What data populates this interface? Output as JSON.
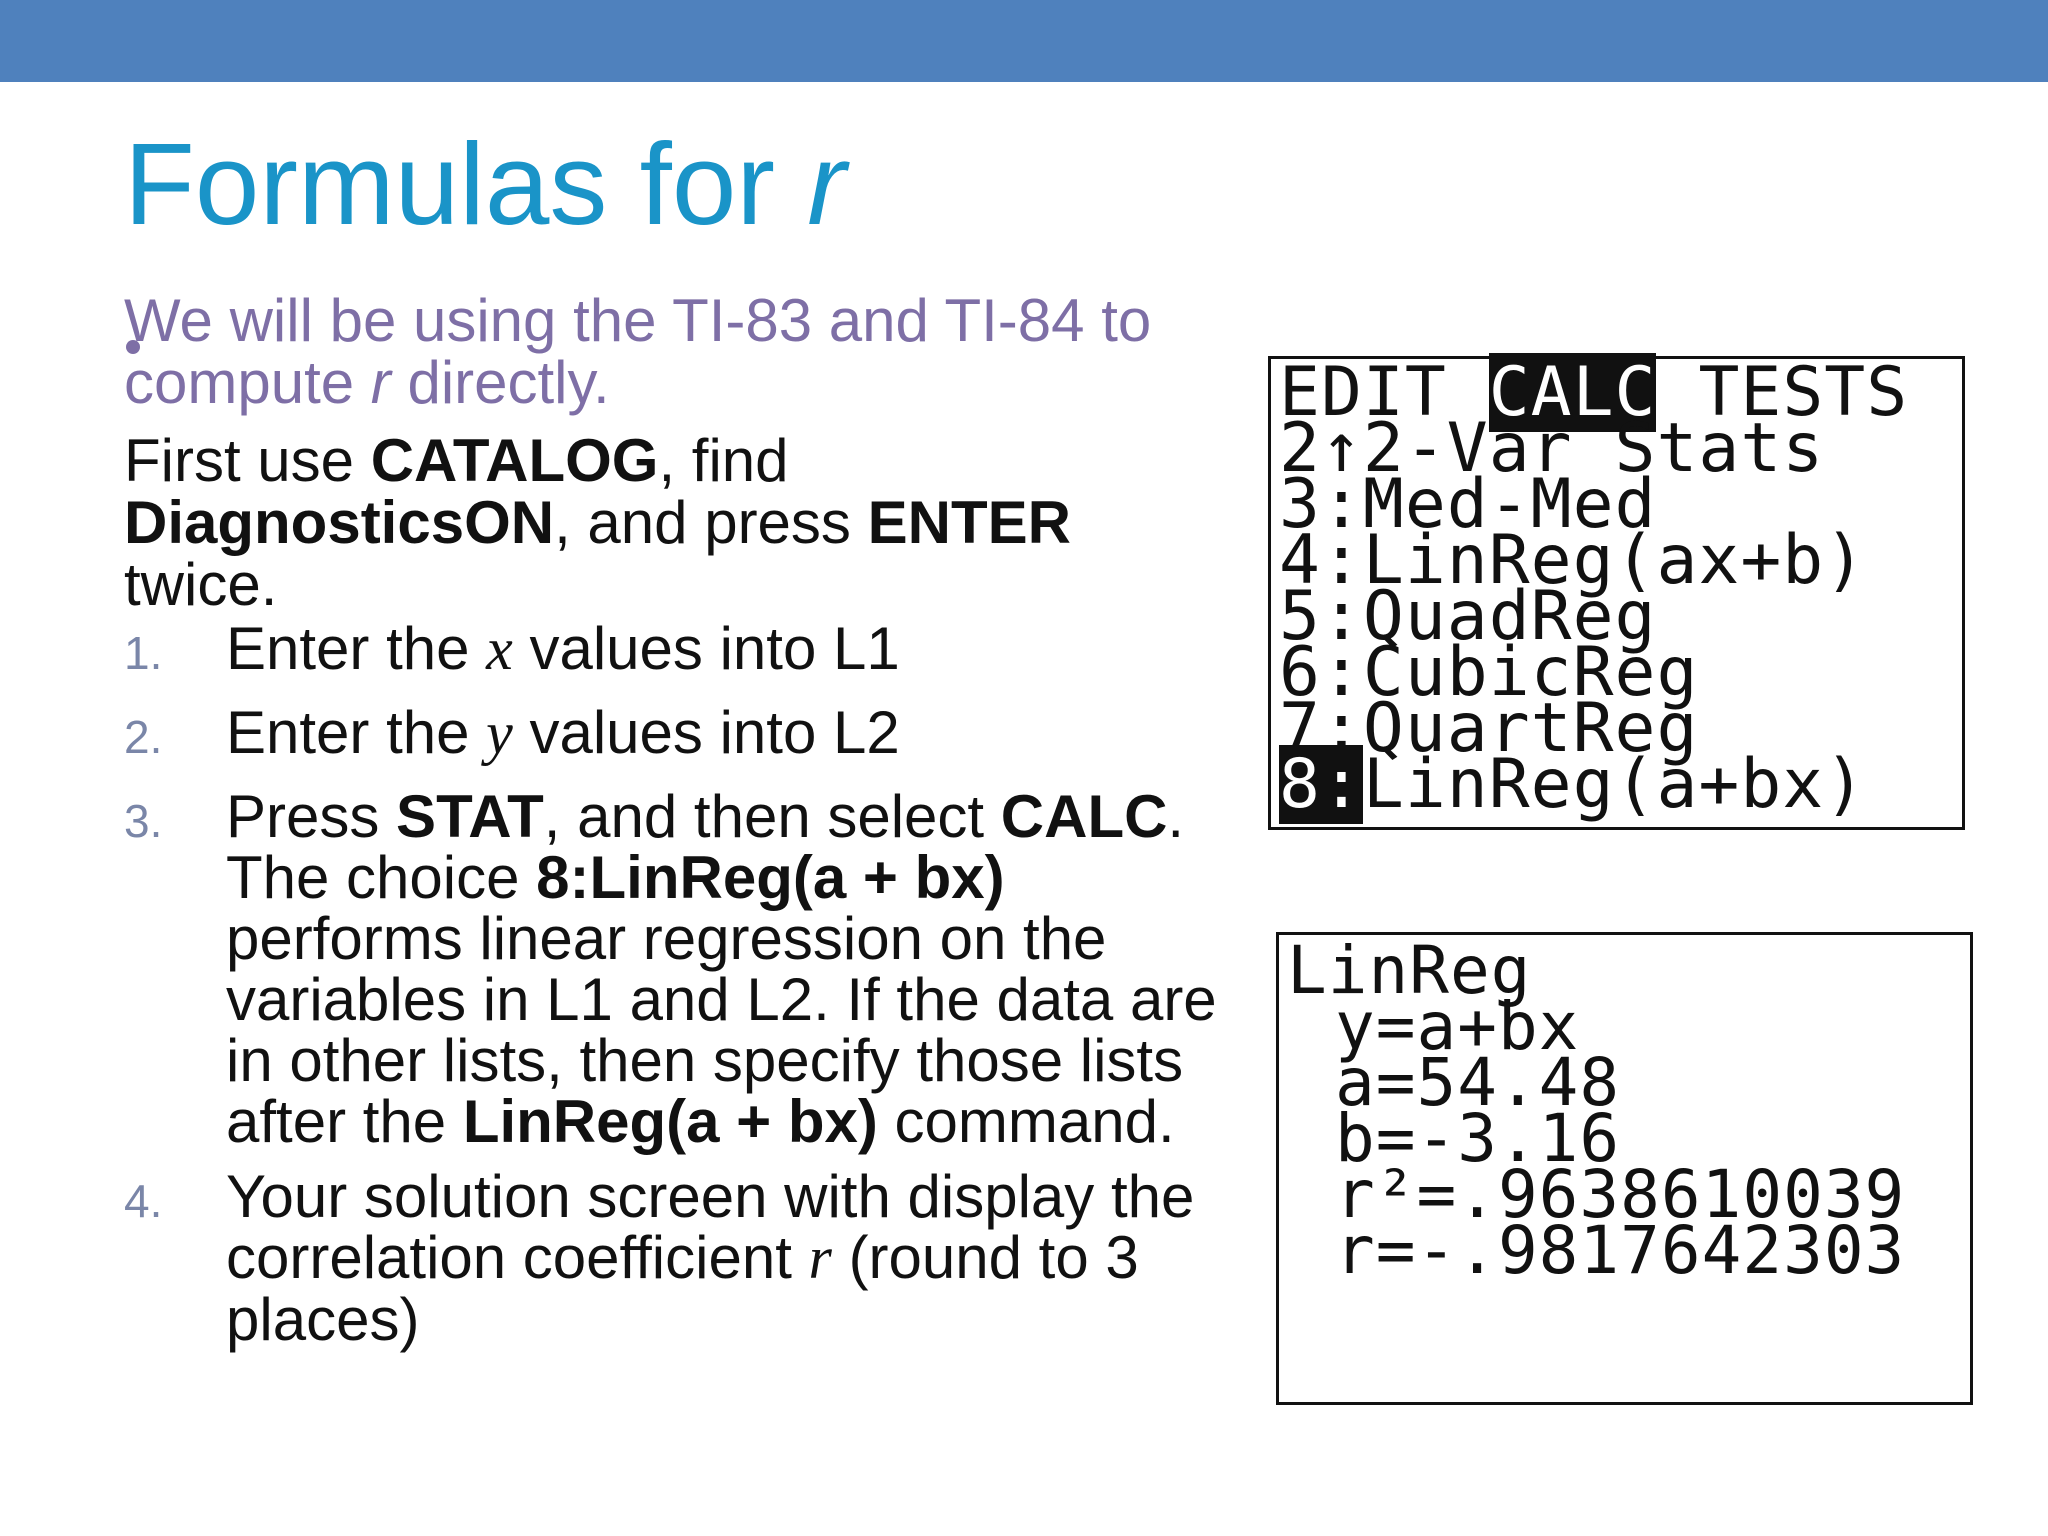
{
  "colors": {
    "top_bar": "#4f81bd",
    "title": "#1a94c8",
    "intro": "#7e6fa6",
    "body_text": "#111111",
    "step_number": "#7a86a8"
  },
  "title": {
    "text": "Formulas for ",
    "variable": "r"
  },
  "intro": {
    "text_before": "We will be using the TI-83 and TI-84 to compute ",
    "variable": "r",
    "text_after": " directly."
  },
  "setup": {
    "part1": "First use ",
    "catalog": "CATALOG",
    "part2": ", find ",
    "diagnostics": "DiagnosticsON",
    "part3": ", and press ",
    "enter": "ENTER",
    "part4": " twice."
  },
  "steps": [
    {
      "num": "1.",
      "pre": "Enter the ",
      "var": "x",
      "post": " values into L1"
    },
    {
      "num": "2.",
      "pre": "Enter the ",
      "var": "y",
      "post": " values into L2"
    },
    {
      "num": "3.",
      "p1": "Press ",
      "stat": "STAT",
      "p2": ", and then select ",
      "calc": "CALC",
      "p3": ". The choice ",
      "linreg_choice": "8:LinReg(a + bx)",
      "p4": " performs linear regression on the variables in L1 and L2. If the data are in other lists, then specify those lists after the ",
      "linreg_cmd": "LinReg(a + bx)",
      "p5": " command."
    },
    {
      "num": "4.",
      "pre": "Your solution screen with display the correlation coefficient ",
      "var": "r",
      "post": " (round to 3 places)"
    }
  ],
  "calc_menu": {
    "tabs": {
      "edit": "EDIT",
      "calc": "CALC",
      "tests": "TESTS"
    },
    "items": [
      {
        "key": "2",
        "sep": "↑",
        "label": "2-Var Stats"
      },
      {
        "key": "3",
        "sep": ":",
        "label": "Med-Med"
      },
      {
        "key": "4",
        "sep": ":",
        "label": "LinReg(ax+b)"
      },
      {
        "key": "5",
        "sep": ":",
        "label": "QuadReg"
      },
      {
        "key": "6",
        "sep": ":",
        "label": "CubicReg"
      },
      {
        "key": "7",
        "sep": ":",
        "label": "QuartReg"
      },
      {
        "key": "8",
        "sep": ":",
        "label": "LinReg(a+bx)"
      }
    ]
  },
  "calc_result": {
    "lines": [
      "LinReg",
      "y=a+bx",
      "a=54.48",
      "b=-3.16",
      "r²=.9638610039",
      "r=-.9817642303"
    ]
  }
}
